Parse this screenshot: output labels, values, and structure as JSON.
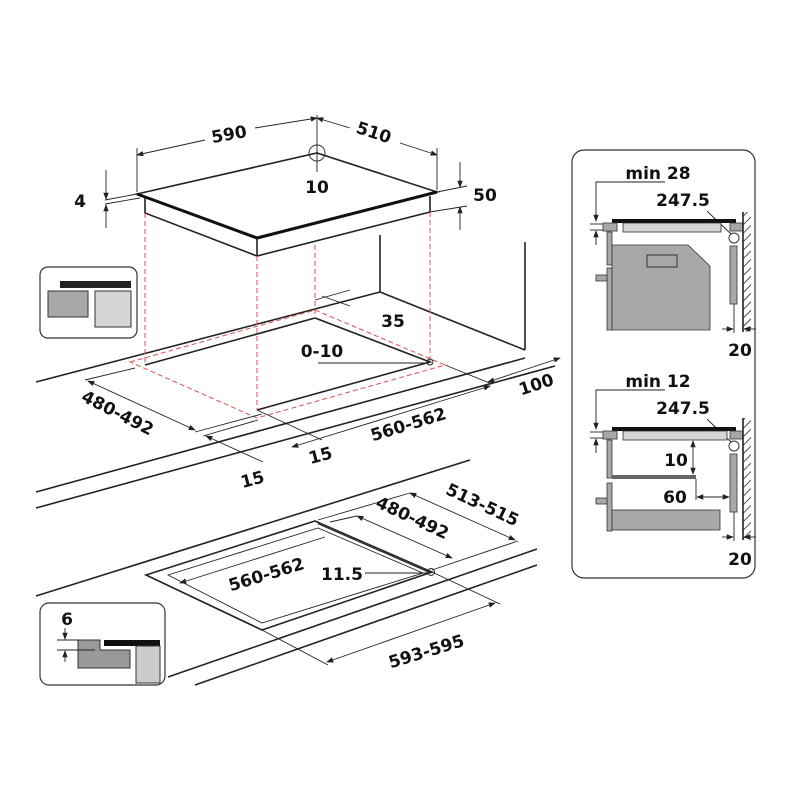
{
  "hob": {
    "width": "590",
    "depth": "510",
    "corner_radius": "10",
    "glass_thickness": "4",
    "height": "50"
  },
  "cutout_top_mount": {
    "rear_clearance": "35",
    "corner_offset": "0-10",
    "wall_distance": "100",
    "depth": "480-492",
    "width": "560-562",
    "front_margin_a": "15",
    "front_margin_b": "15"
  },
  "cutout_flush_mount": {
    "outer_depth": "513-515",
    "inner_depth": "480-492",
    "inner_width": "560-562",
    "corner_radius": "11.5",
    "outer_width": "593-595",
    "recess_depth": "6"
  },
  "side_views": [
    {
      "min_label": "min 28",
      "dimension": "247.5",
      "wall_gap": "20"
    },
    {
      "min_label": "min 12",
      "dimension": "247.5",
      "gap_vertical": "10",
      "gap_horizontal": "60",
      "wall_gap": "20"
    }
  ],
  "colors": {
    "dashed_projection": "#d9534f",
    "component_gray": "#a8a8a8",
    "light_gray": "#d6d6d6"
  }
}
